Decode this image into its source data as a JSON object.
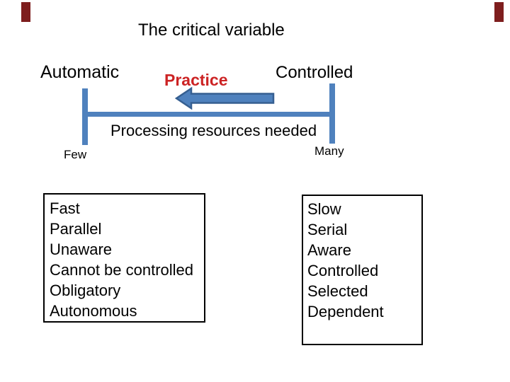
{
  "slide": {
    "title": "The critical variable",
    "axis": {
      "left_label": "Automatic",
      "right_label": "Controlled",
      "arrow_label": "Practice",
      "axis_label": "Processing resources needed",
      "left_end_label": "Few",
      "right_end_label": "Many",
      "arrow_direction": "left"
    },
    "left_box": {
      "items": [
        "Fast",
        "Parallel",
        "Unaware",
        "Cannot be controlled",
        "Obligatory",
        "Autonomous"
      ]
    },
    "right_box": {
      "items": [
        "Slow",
        "Serial",
        "Aware",
        "Controlled",
        "Selected",
        "Dependent"
      ]
    },
    "colors": {
      "axis_blue": "#4F81BD",
      "arrow_border": "#365F91",
      "practice_red": "#CC2324",
      "corner_bar_maroon": "#7E1E1E",
      "text_black": "#000000"
    }
  }
}
